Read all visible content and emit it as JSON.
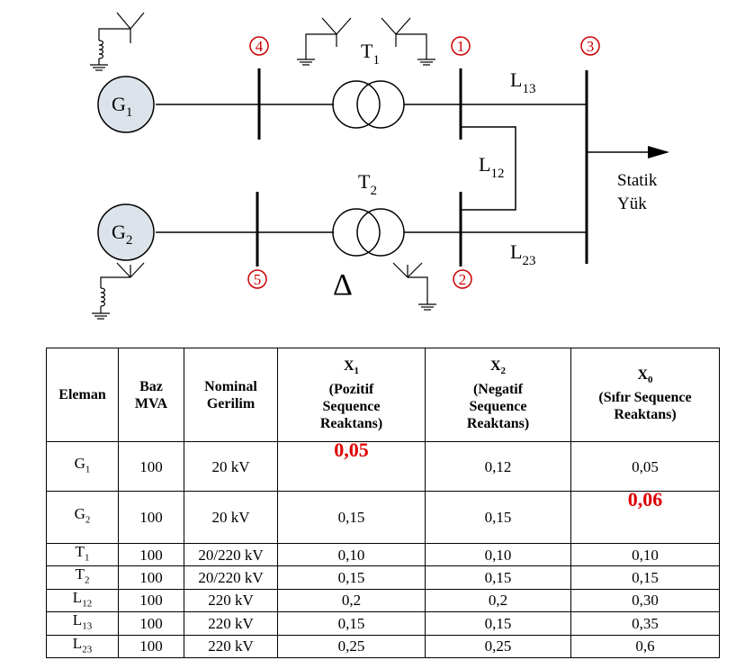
{
  "diagram": {
    "generators": [
      {
        "main": "G",
        "sub": "1"
      },
      {
        "main": "G",
        "sub": "2"
      }
    ],
    "transformers": [
      {
        "main": "T",
        "sub": "1"
      },
      {
        "main": "T",
        "sub": "2"
      }
    ],
    "delta_symbol": "Δ",
    "buses": [
      "1",
      "2",
      "3",
      "4",
      "5"
    ],
    "lines": [
      {
        "main": "L",
        "sub": "13"
      },
      {
        "main": "L",
        "sub": "12"
      },
      {
        "main": "L",
        "sub": "23"
      }
    ],
    "load": {
      "line1": "Statik",
      "line2": "Yük"
    },
    "colors": {
      "bus_number": "#cc0000",
      "generator_fill": "#dde3ea",
      "highlight": "#e00000"
    }
  },
  "table": {
    "headers": {
      "element": "Eleman",
      "base_mva": [
        "Baz",
        "MVA"
      ],
      "nominal": [
        "Nominal",
        "Gerilim"
      ],
      "x1": {
        "main": "X",
        "sub": "1",
        "lines": [
          "(Pozitif",
          "Sequence",
          "Reaktans)"
        ]
      },
      "x2": {
        "main": "X",
        "sub": "2",
        "lines": [
          "(Negatif",
          "Sequence",
          "Reaktans)"
        ]
      },
      "x0": {
        "main": "X",
        "sub": "0",
        "lines": [
          "(Sıfır Sequence",
          "Reaktans)"
        ]
      }
    },
    "rows": [
      {
        "main": "G",
        "sub": "1",
        "mva": "100",
        "voltage": "20 kV",
        "x1": "0,05",
        "x2": "0,12",
        "x0": "0,05"
      },
      {
        "main": "G",
        "sub": "2",
        "mva": "100",
        "voltage": "20 kV",
        "x1": "0,15",
        "x2": "0,15",
        "x0": "0,06"
      },
      {
        "main": "T",
        "sub": "1",
        "mva": "100",
        "voltage": "20/220 kV",
        "x1": "0,10",
        "x2": "0,10",
        "x0": "0,10"
      },
      {
        "main": "T",
        "sub": "2",
        "mva": "100",
        "voltage": "20/220 kV",
        "x1": "0,15",
        "x2": "0,15",
        "x0": "0,15"
      },
      {
        "main": "L",
        "sub": "12",
        "mva": "100",
        "voltage": "220 kV",
        "x1": "0,2",
        "x2": "0,2",
        "x0": "0,30"
      },
      {
        "main": "L",
        "sub": "13",
        "mva": "100",
        "voltage": "220 kV",
        "x1": "0,15",
        "x2": "0,15",
        "x0": "0,35"
      },
      {
        "main": "L",
        "sub": "23",
        "mva": "100",
        "voltage": "220 kV",
        "x1": "0,25",
        "x2": "0,25",
        "x0": "0,6"
      }
    ]
  }
}
